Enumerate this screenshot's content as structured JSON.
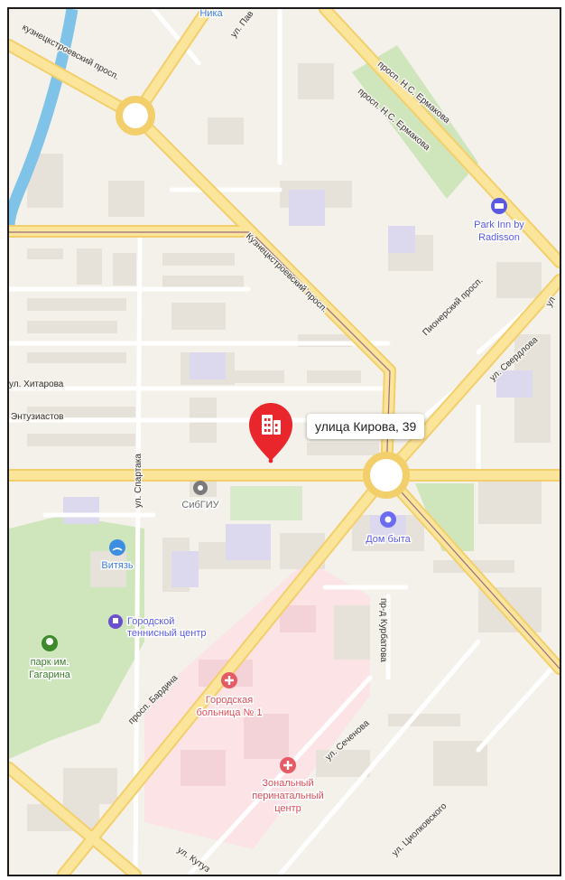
{
  "map": {
    "selected_marker": {
      "label": "улица Кирова, 39",
      "icon": "building-icon",
      "color": "#e8262c"
    },
    "streets": {
      "kuznetskstroevsky_top": "кузнецкстроевский просп.",
      "pavlovsky_part": "ул. Пав",
      "ermakova_1": "просп. Н.С. Ермакова",
      "ermakova_2": "просп. Н.С. Ермакова",
      "kuznetskstroevsky_mid": "Кузнецкстроевский просп.",
      "pionersky": "Пионерский просп.",
      "sverdlova": "ул. Свердлова",
      "ul_right_edge": "ул",
      "khitarova": "ул. Хитарова",
      "entuziastov": "Энтузиастов",
      "spartaka": "ул. Спартака",
      "kurbatova": "пр-д Курбатова",
      "bardina": "просп. Бардина",
      "chekhova": "ул. Сеченова",
      "tsiolkovskogo": "ул. Циолковского",
      "kutuzova": "ул. Кутуз"
    },
    "pois": {
      "nika": "Ника",
      "park_inn": [
        "Park Inn by",
        "Radisson"
      ],
      "sibgiu": "СибГИУ",
      "dom_byta": "Дом быта",
      "vityaz": "Витязь",
      "tennis": [
        "Городской",
        "теннисный центр"
      ],
      "park_gagarina": [
        "парк им.",
        "Гагарина"
      ],
      "hospital": [
        "Городская",
        "больница № 1"
      ],
      "perinatal": [
        "Зональный",
        "перинатальный",
        "центр"
      ]
    },
    "colors": {
      "background": "#f4f1ea",
      "major_road": "#fbe59a",
      "major_road_edge": "#f2cf6a",
      "minor_road": "#ffffff",
      "park": "#cfe6bd",
      "hospital_zone": "#fbe3e6",
      "building": "#e6e2da",
      "river": "#7fc3e8",
      "railway": "#9a6b80"
    }
  }
}
